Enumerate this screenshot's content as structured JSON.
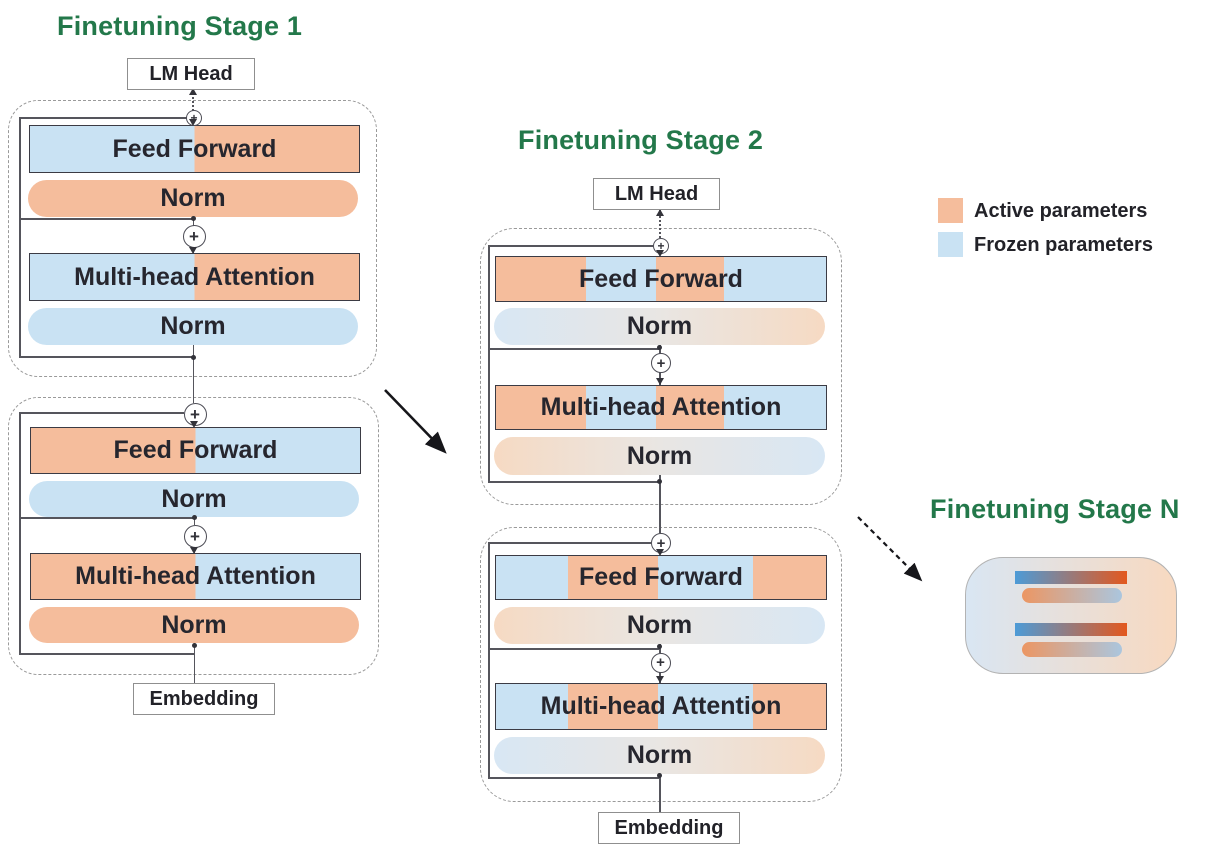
{
  "stages": {
    "stage1": {
      "title": "Finetuning Stage 1"
    },
    "stage2": {
      "title": "Finetuning Stage 2"
    },
    "stageN": {
      "title": "Finetuning Stage N"
    }
  },
  "labels": {
    "feed_forward": "Feed Forward",
    "norm": "Norm",
    "multi_head_attention": "Multi-head Attention",
    "lm_head": "LM Head",
    "embedding": "Embedding",
    "plus": "+"
  },
  "legend": {
    "active_label": "Active parameters",
    "frozen_label": "Frozen parameters"
  },
  "colors": {
    "active": "#F5BD9C",
    "frozen": "#C9E2F3",
    "active_soft": "#F6DAC3",
    "frozen_soft": "#D8E7F4",
    "blend_mid": "#E9E6E3",
    "title_green": "#23784A",
    "vivid_blue": "#4D9BD7",
    "vivid_orange": "#E3581E",
    "muted_orange": "#EC9663",
    "muted_blue": "#ABC6DE",
    "stageN_bg_from": "#D9E6F3",
    "stageN_bg_to": "#F8D9C0"
  },
  "patterns": {
    "stage1_upper": [
      {
        "color": "frozen",
        "end": 50
      },
      {
        "color": "active",
        "end": 100
      }
    ],
    "stage1_lower": [
      {
        "color": "active",
        "end": 50
      },
      {
        "color": "frozen",
        "end": 100
      }
    ],
    "stage2_upper": [
      {
        "color": "active",
        "end": 27.3
      },
      {
        "color": "frozen",
        "end": 48.5
      },
      {
        "color": "active",
        "end": 69.1
      },
      {
        "color": "frozen",
        "end": 100
      }
    ],
    "stage2_lower": [
      {
        "color": "frozen",
        "end": 21.8
      },
      {
        "color": "active",
        "end": 49.1
      },
      {
        "color": "frozen",
        "end": 77.9
      },
      {
        "color": "active",
        "end": 100
      }
    ],
    "solid_active": [
      {
        "color": "active",
        "end": 100
      }
    ],
    "solid_frozen": [
      {
        "color": "frozen",
        "end": 100
      }
    ]
  }
}
